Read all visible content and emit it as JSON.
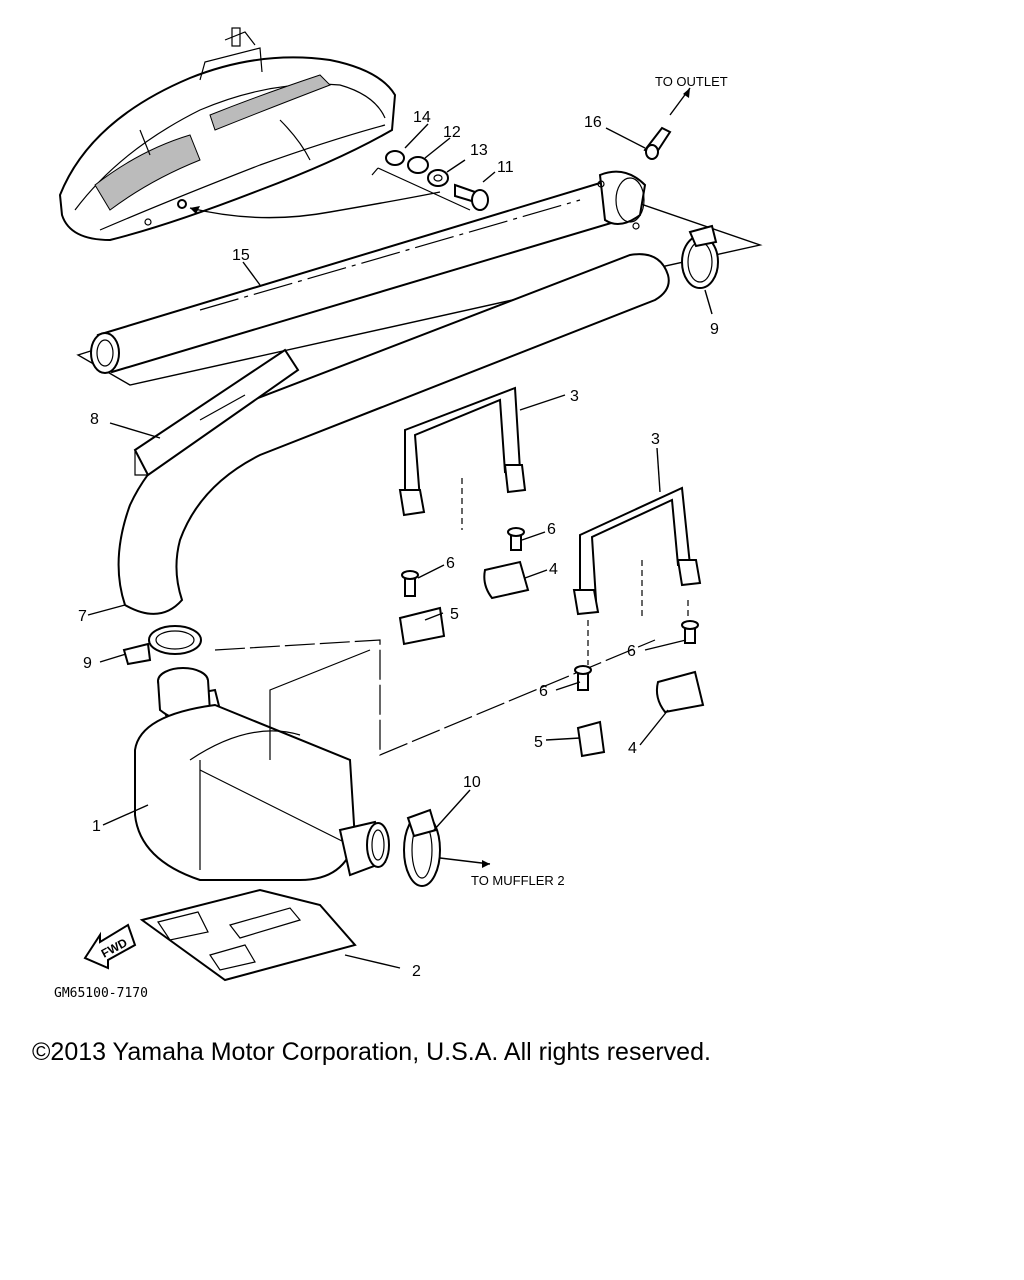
{
  "diagram": {
    "code": "GM65100-7170",
    "notes": {
      "to_outlet": "TO OUTLET",
      "to_muffler": "TO MUFFLER 2",
      "fwd": "FWD"
    },
    "callouts": {
      "c1": "1",
      "c2": "2",
      "c3a": "3",
      "c3b": "3",
      "c4a": "4",
      "c4b": "4",
      "c5a": "5",
      "c5b": "5",
      "c6a": "6",
      "c6b": "6",
      "c6c": "6",
      "c6d": "6",
      "c7": "7",
      "c8": "8",
      "c9a": "9",
      "c9b": "9",
      "c10": "10",
      "c11": "11",
      "c12": "12",
      "c13": "13",
      "c14": "14",
      "c15": "15",
      "c16": "16"
    }
  },
  "footer": {
    "copyright": "©2013 Yamaha Motor Corporation, U.S.A. All rights reserved."
  }
}
